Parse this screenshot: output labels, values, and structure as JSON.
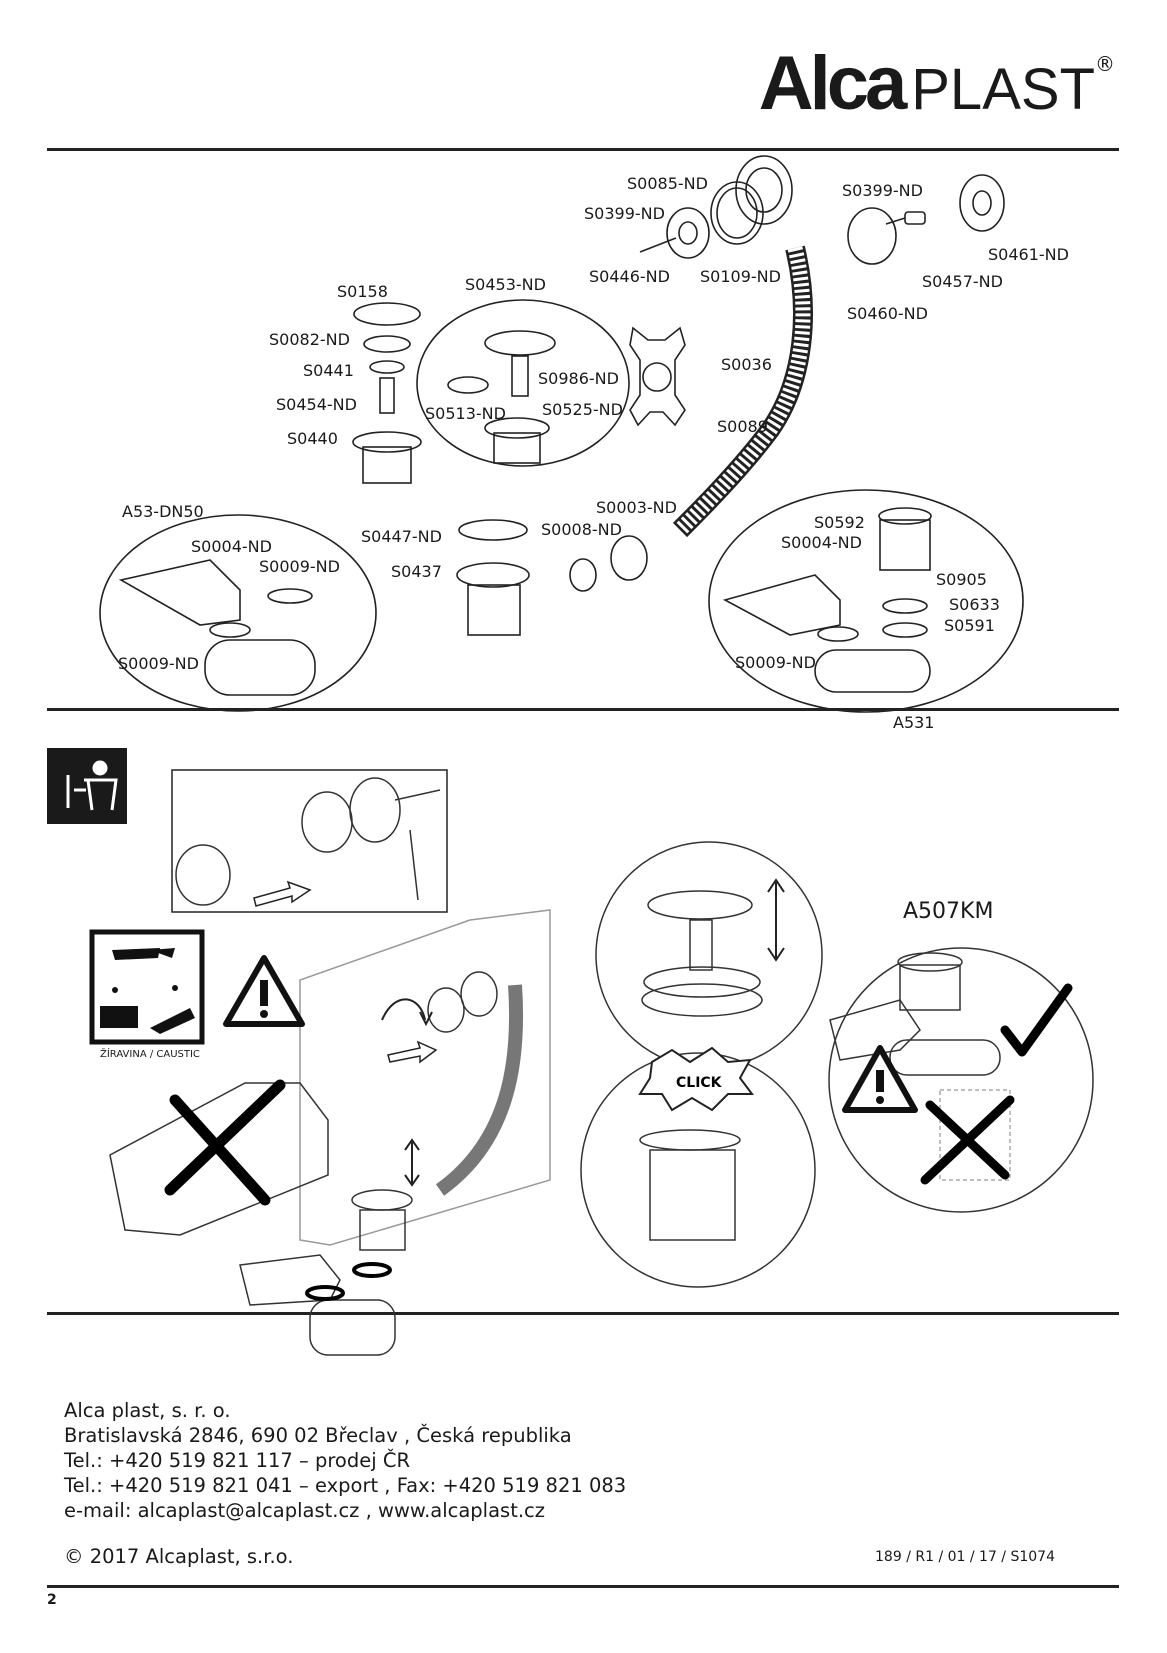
{
  "logo": {
    "alca": "Alca",
    "plast": "PLAST",
    "reg": "®"
  },
  "parts": {
    "s0085_nd": "S0085-ND",
    "s0399_nd_a": "S0399-ND",
    "s0399_nd_b": "S0399-ND",
    "s0446_nd": "S0446-ND",
    "s0109_nd": "S0109-ND",
    "s0461_nd": "S0461-ND",
    "s0457_nd": "S0457-ND",
    "s0460_nd": "S0460-ND",
    "s0158": "S0158",
    "s0453_nd": "S0453-ND",
    "s0082_nd": "S0082-ND",
    "s0441": "S0441",
    "s0454_nd": "S0454-ND",
    "s0440": "S0440",
    "s0986_nd": "S0986-ND",
    "s0513_nd": "S0513-ND",
    "s0525_nd": "S0525-ND",
    "s0036": "S0036",
    "s0089": "S0089",
    "a53_dn50": "A53-DN50",
    "s0004_nd_a": "S0004-ND",
    "s0009_nd_a": "S0009-ND",
    "s0009_nd_b": "S0009-ND",
    "s0447_nd": "S0447-ND",
    "s0437": "S0437",
    "s0003_nd": "S0003-ND",
    "s0008_nd": "S0008-ND",
    "s0592": "S0592",
    "s0004_nd_b": "S0004-ND",
    "s0905": "S0905",
    "s0633": "S0633",
    "s0591": "S0591",
    "s0009_nd_c": "S0009-ND",
    "a531": "A531"
  },
  "install": {
    "model_label": "A507KM",
    "click_label": "CLICK",
    "caustic_label": "ŽÍRAVINA / CAUSTIC"
  },
  "footer": {
    "company": "Alca plast, s. r. o.",
    "address": "Bratislavská 2846, 690 02 Břeclav , Česká republika",
    "tel_domestic": "Tel.: +420 519 821 117 – prodej ČR",
    "tel_export": "Tel.: +420 519 821 041 – export , Fax: +420 519 821 083",
    "email_web": "e-mail: alcaplast@alcaplast.cz , www.alcaplast.cz",
    "copyright": "© 2017 Alcaplast, s.r.o.",
    "doc_number": "189 / R1 / 01 / 17 / S1074",
    "page_number": "2"
  }
}
